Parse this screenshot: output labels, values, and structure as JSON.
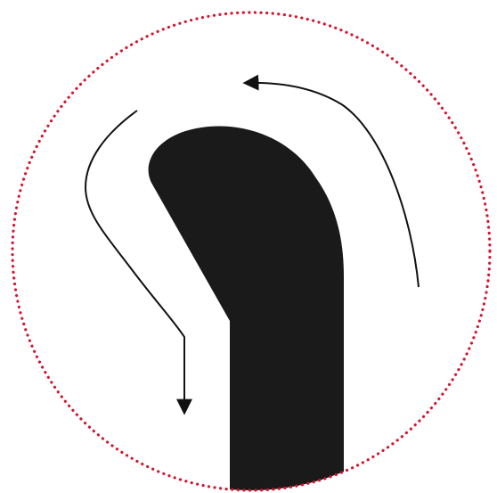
{
  "diagram": {
    "boundary": {
      "style": "dotted",
      "color": "#d4152f"
    },
    "shape": {
      "color": "#1a1a1a"
    },
    "arrows": {
      "upper_right": {
        "direction": "counter-clockwise",
        "color": "#111111"
      },
      "left_down": {
        "direction": "down",
        "color": "#111111"
      }
    }
  }
}
